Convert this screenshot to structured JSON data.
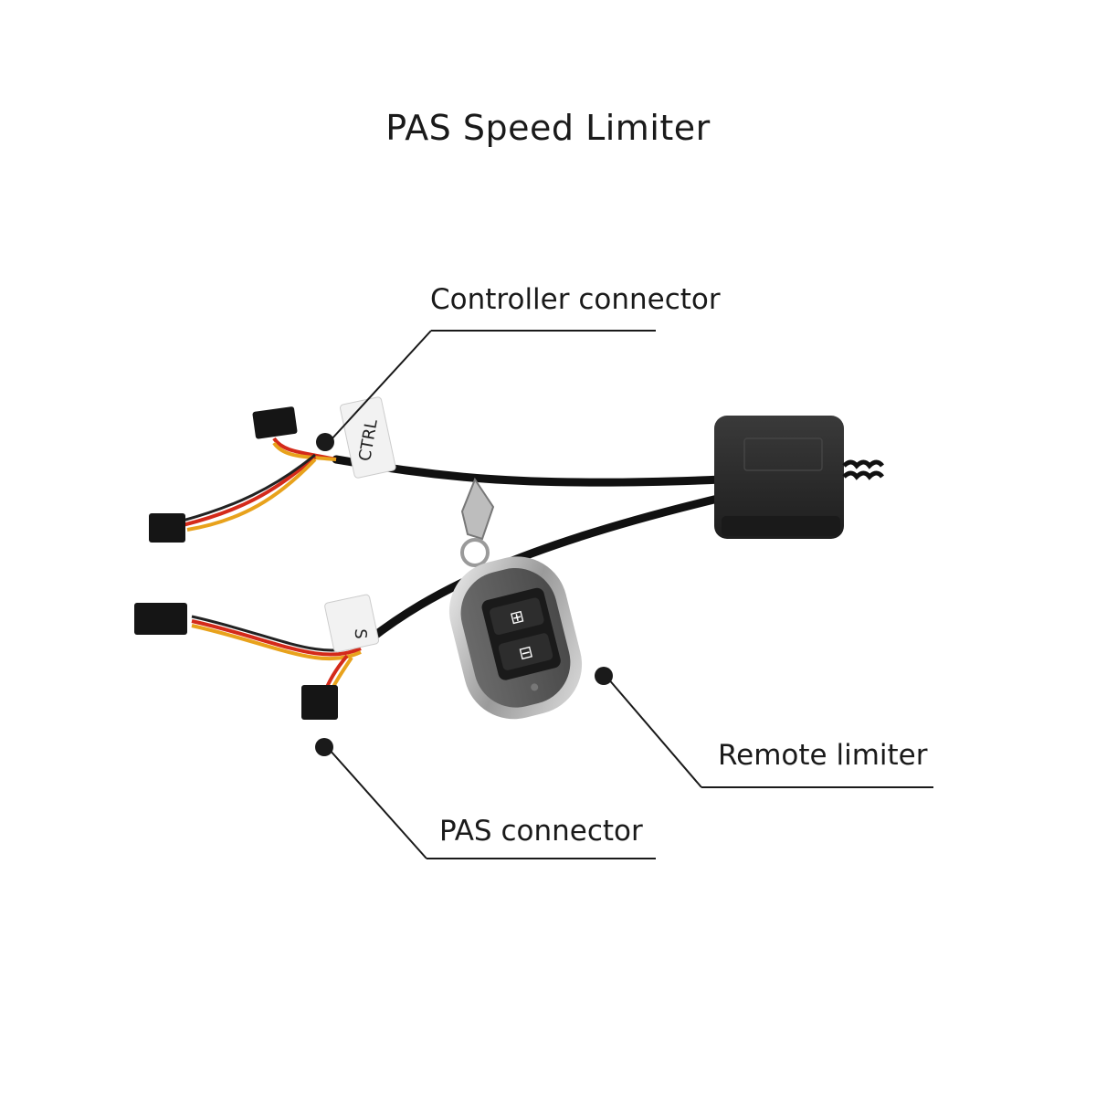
{
  "title": "PAS Speed Limiter",
  "callouts": {
    "controller_connector": "Controller connector",
    "remote_limiter": "Remote limiter",
    "pas_connector": "PAS connector"
  },
  "tags": {
    "ctrl": "CTRL",
    "pas": "S"
  },
  "colors": {
    "text": "#1a1a1a",
    "cable": "#111111",
    "wire_red": "#d42a1a",
    "wire_yellow": "#e8a21c",
    "connector": "#151515",
    "box": "#2a2a2a",
    "fob_body": "#555555",
    "fob_chrome": "#c8c8c8"
  }
}
